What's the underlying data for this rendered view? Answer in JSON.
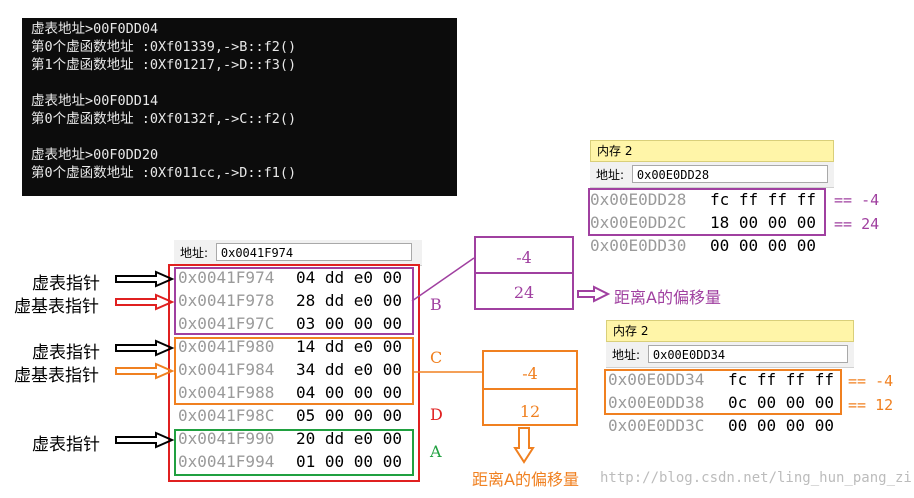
{
  "console": {
    "lines": [
      "虚表地址>00F0DD04",
      "第0个虚函数地址 :0Xf01339,->B::f2()",
      "第1个虚函数地址 :0Xf01217,->D::f3()",
      "",
      "虚表地址>00F0DD14",
      "第0个虚函数地址 :0Xf0132f,->C::f2()",
      "",
      "虚表地址>00F0DD20",
      "第0个虚函数地址 :0Xf011cc,->D::f1()"
    ]
  },
  "main_memory": {
    "address_label": "地址:",
    "address_value": "0x0041F974",
    "rows": [
      {
        "addr": "0x0041F974",
        "bytes": "04 dd e0 00"
      },
      {
        "addr": "0x0041F978",
        "bytes": "28 dd e0 00"
      },
      {
        "addr": "0x0041F97C",
        "bytes": "03 00 00 00"
      },
      {
        "addr": "0x0041F980",
        "bytes": "14 dd e0 00"
      },
      {
        "addr": "0x0041F984",
        "bytes": "34 dd e0 00"
      },
      {
        "addr": "0x0041F988",
        "bytes": "04 00 00 00"
      },
      {
        "addr": "0x0041F98C",
        "bytes": "05 00 00 00"
      },
      {
        "addr": "0x0041F990",
        "bytes": "20 dd e0 00"
      },
      {
        "addr": "0x0041F994",
        "bytes": "01 00 00 00"
      }
    ]
  },
  "left_labels": {
    "vptr1": "虚表指针",
    "vbptr1": "虚基表指针",
    "vptr2": "虚表指针",
    "vbptr2": "虚基表指针",
    "vptr3": "虚表指针"
  },
  "class_letters": {
    "b": "B",
    "c": "C",
    "d": "D",
    "a": "A"
  },
  "b_table": {
    "v1": "-4",
    "v2": "24",
    "note": "距离A的偏移量"
  },
  "c_table": {
    "v1": "-4",
    "v2": "12",
    "note": "距离A的偏移量"
  },
  "mem2_top": {
    "title": "内存 2",
    "address_label": "地址:",
    "address_value": "0x00E0DD28",
    "rows": [
      {
        "addr": "0x00E0DD28",
        "bytes": "fc ff ff ff"
      },
      {
        "addr": "0x00E0DD2C",
        "bytes": "18 00 00 00"
      },
      {
        "addr": "0x00E0DD30",
        "bytes": "00 00 00 00"
      }
    ],
    "anno1": "== -4",
    "anno2": "== 24"
  },
  "mem2_bottom": {
    "title": "内存 2",
    "address_label": "地址:",
    "address_value": "0x00E0DD34",
    "rows": [
      {
        "addr": "0x00E0DD34",
        "bytes": "fc ff ff ff"
      },
      {
        "addr": "0x00E0DD38",
        "bytes": "0c 00 00 00"
      },
      {
        "addr": "0x00E0DD3C",
        "bytes": "00 00 00 00"
      }
    ],
    "anno1": "== -4",
    "anno2": "== 12"
  },
  "watermark": "http://blog.csdn.net/ling_hun_pang_zi",
  "colors": {
    "purple": "#a040a0",
    "orange": "#f08020",
    "red": "#e02020",
    "green": "#20a040",
    "black": "#000000"
  }
}
